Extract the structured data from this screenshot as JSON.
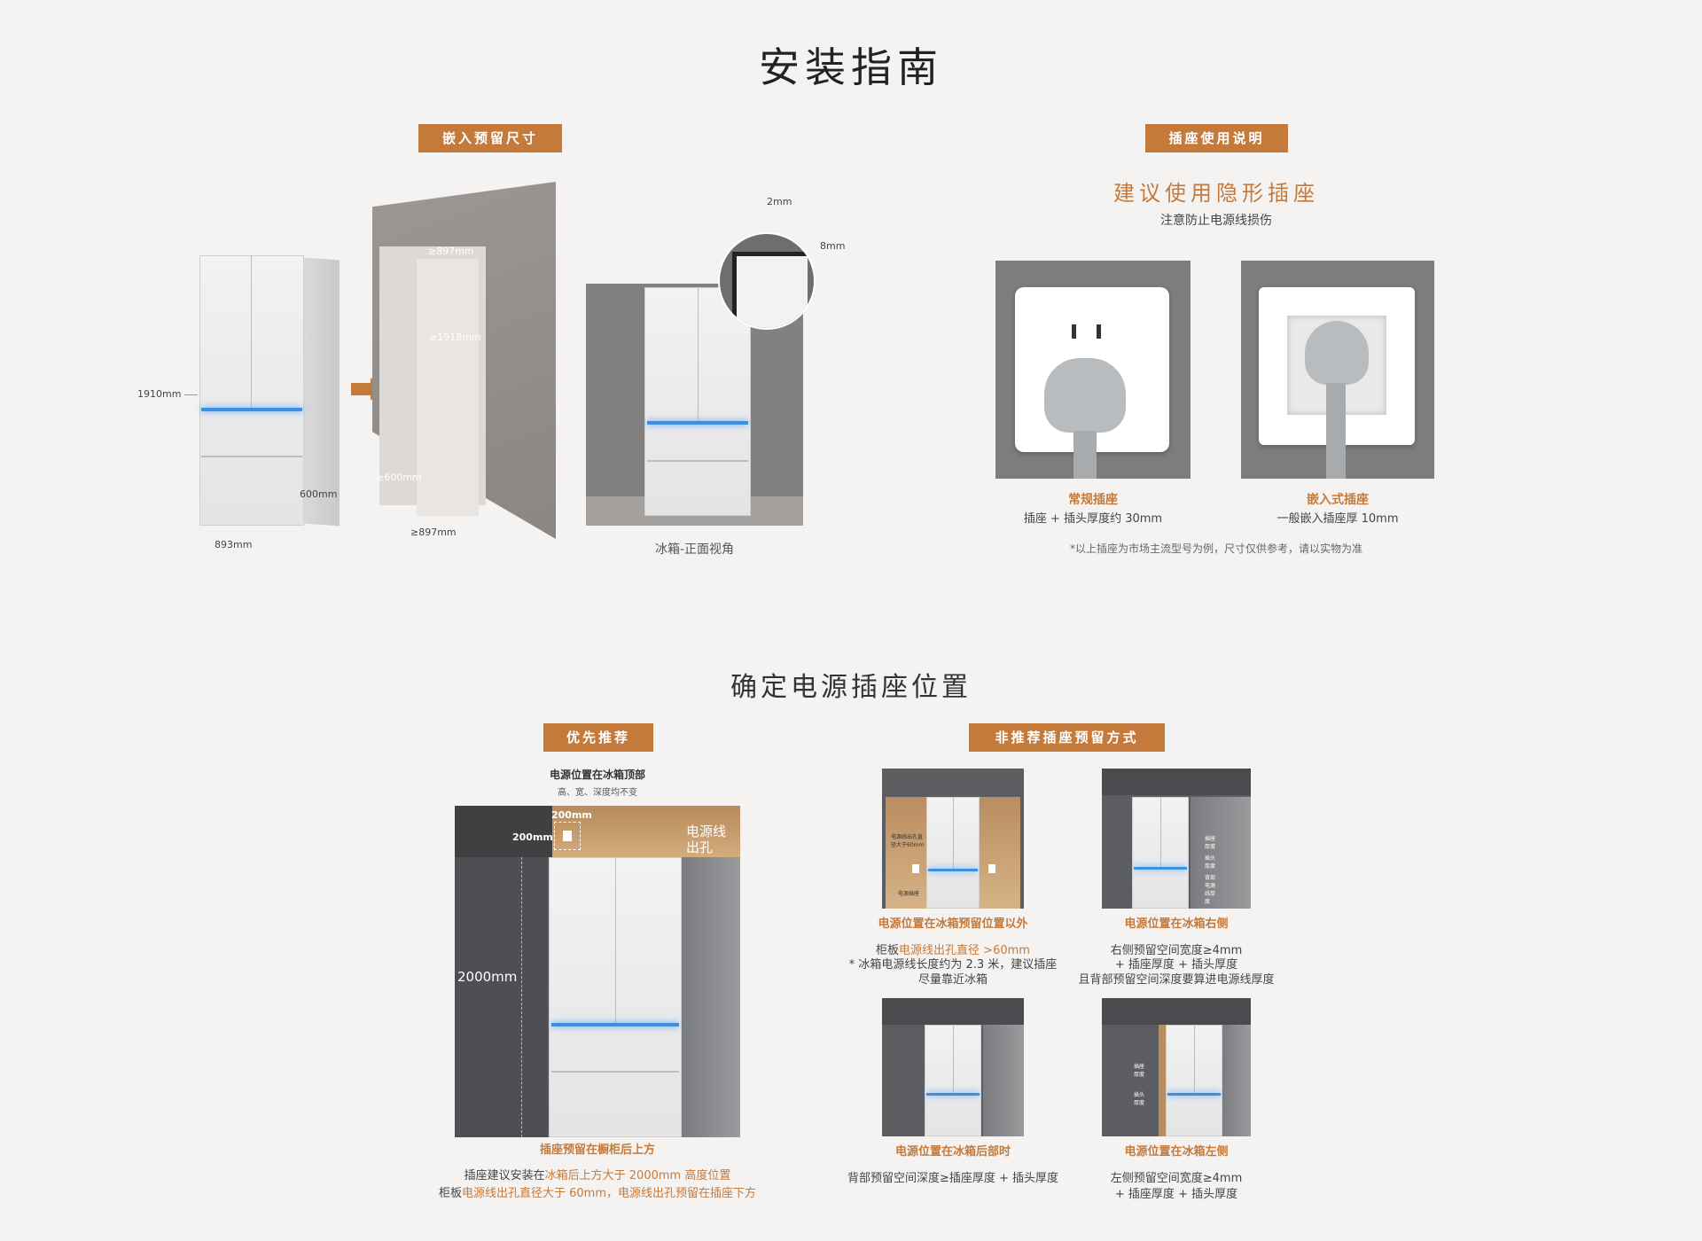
{
  "page": {
    "title": "安装指南",
    "section2_title": "确定电源插座位置"
  },
  "embed": {
    "tag": "嵌入预留尺寸",
    "height": "1910mm",
    "depth": "600mm",
    "width": "893mm",
    "niche_width_top": "≥897mm",
    "niche_height": "≥1918mm",
    "niche_depth": "≥600mm",
    "niche_width_bottom": "≥897mm",
    "gap_side": "2mm",
    "gap_top": "8mm",
    "front_caption": "冰箱-正面视角"
  },
  "socket": {
    "tag": "插座使用说明",
    "heading": "建议使用隐形插座",
    "subheading": "注意防止电源线损伤",
    "left_title": "常规插座",
    "left_desc": "插座 + 插头厚度约 30mm",
    "right_title": "嵌入式插座",
    "right_desc": "一般嵌入插座厚 10mm",
    "note": "*以上插座为市场主流型号为例，尺寸仅供参考，请以实物为准"
  },
  "recommend": {
    "tag": "优先推荐",
    "top_title": "电源位置在冰箱顶部",
    "top_sub": "高、宽、深度均不变",
    "dim_200_a": "200mm",
    "dim_200_b": "200mm",
    "hole_label_1": "电源线",
    "hole_label_2": "出孔",
    "dim_2000": "2000mm",
    "caption": "插座预留在橱柜后上方",
    "line1_a": "插座建议安装在",
    "line1_b": "冰箱后上方大于 2000mm 高度位置",
    "line2_a": "柜板",
    "line2_b": "电源线出孔直径大于 60mm，电源线出孔预留在插座下方"
  },
  "not_recommend": {
    "tag": "非推荐插座预留方式",
    "outside_title": "电源位置在冰箱预留位置以外",
    "outside_line1_a": "柜板",
    "outside_line1_b": "电源线出孔直径 >60mm",
    "outside_line2": "* 冰箱电源线长度约为 2.3 米，建议插座",
    "outside_line3": "尽量靠近冰箱",
    "outside_label_a": "电源线出孔直径大于60mm",
    "outside_label_b": "电源插座",
    "right_title": "电源位置在冰箱右侧",
    "right_line1": "右侧预留空间宽度≥4mm",
    "right_line2": "+ 插座厚度 + 插头厚度",
    "right_line3": "且背部预留空间深度要算进电源线厚度",
    "right_label_a": "插座厚度",
    "right_label_b": "插头厚度",
    "right_label_c": "背部电源线厚度",
    "back_title": "电源位置在冰箱后部时",
    "back_line1": "背部预留空间深度≥插座厚度 + 插头厚度",
    "left_title": "电源位置在冰箱左侧",
    "left_line1": "左侧预留空间宽度≥4mm",
    "left_line2": "+ 插座厚度 + 插头厚度",
    "left_label_a": "插座厚度",
    "left_label_b": "插头厚度"
  },
  "colors": {
    "accent": "#c47a3b",
    "background": "#f4f3f2",
    "led": "#3d8fe0"
  }
}
